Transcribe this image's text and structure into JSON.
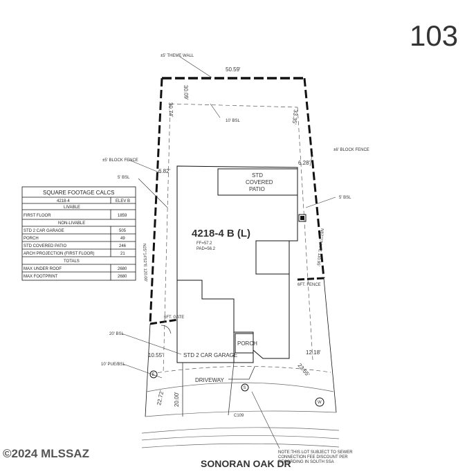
{
  "page_number": "103",
  "plan": {
    "model": "4218-4 B (L)",
    "ff": "FF=57.2",
    "pad": "PAD=56.2"
  },
  "labels": {
    "theme_wall": "±5' THEME WALL",
    "block_fence_left": "±5' BLOCK FENCE",
    "block_fence_right": "±6' BLOCK FENCE",
    "bsl_10": "10' BSL",
    "bsl_5_left": "5' BSL",
    "bsl_5_right": "5' BSL",
    "bsl_20": "20' BSL",
    "pue_bsl": "10' PUE/BSL",
    "gate_left": "6FT. GATE",
    "fence_right": "6FT. FENCE",
    "patio_1": "STD",
    "patio_2": "COVERED",
    "patio_3": "PATIO",
    "porch": "PORCH",
    "garage": "STD 2 CAR GARAGE",
    "driveway": "DRIVEWAY",
    "curb": "C109",
    "note_1": "NOTE:THIS LOT SUBJECT TO SEWER",
    "note_2": "CONNECTION FEE DISCOUNT PER",
    "note_3": "RECORDING IN SOUTH SSA",
    "marker_e": "E",
    "marker_s": "S",
    "marker_w": "W"
  },
  "dimensions": {
    "top": "50.59'",
    "left_top_a": "30.09'",
    "left_top_b": "30.74'",
    "right_top": "33.35'",
    "left_side": "6.82'",
    "right_side": "6.28'",
    "front_left": "10.55'",
    "front_right": "12.18'",
    "drive_depth": "20.00'",
    "corner_left": "22.72'",
    "corner_right": "23.65'",
    "bearing_left": "N25°14'52\"E 120.00'",
    "bearing_right": "N87°27'44\"E 110.95'"
  },
  "table": {
    "title": "SQUARE FOOTAGE CALCS",
    "col_plan": "4218-4",
    "col_elev": "ELEV B",
    "section_livable": "LIVABLE",
    "section_non_livable": "NON-LIVABLE",
    "section_totals": "TOTALS",
    "livable_rows": [
      {
        "label": "FIRST FLOOR",
        "value": "1859"
      }
    ],
    "non_livable_rows": [
      {
        "label": "STD 2 CAR GARAGE",
        "value": "505"
      },
      {
        "label": "PORCH",
        "value": "49"
      },
      {
        "label": "STD COVERED PATIO",
        "value": "246"
      },
      {
        "label": "ARCH PROJECTION (FIRST FLOOR)",
        "value": "21"
      }
    ],
    "total_rows": [
      {
        "label": "MAX UNDER ROOF",
        "value": "2680"
      },
      {
        "label": "MAX FOOTPRINT",
        "value": "2680"
      }
    ]
  },
  "street_name": "SONORAN OAK DR",
  "watermark": "©2024 MLSSAZ"
}
